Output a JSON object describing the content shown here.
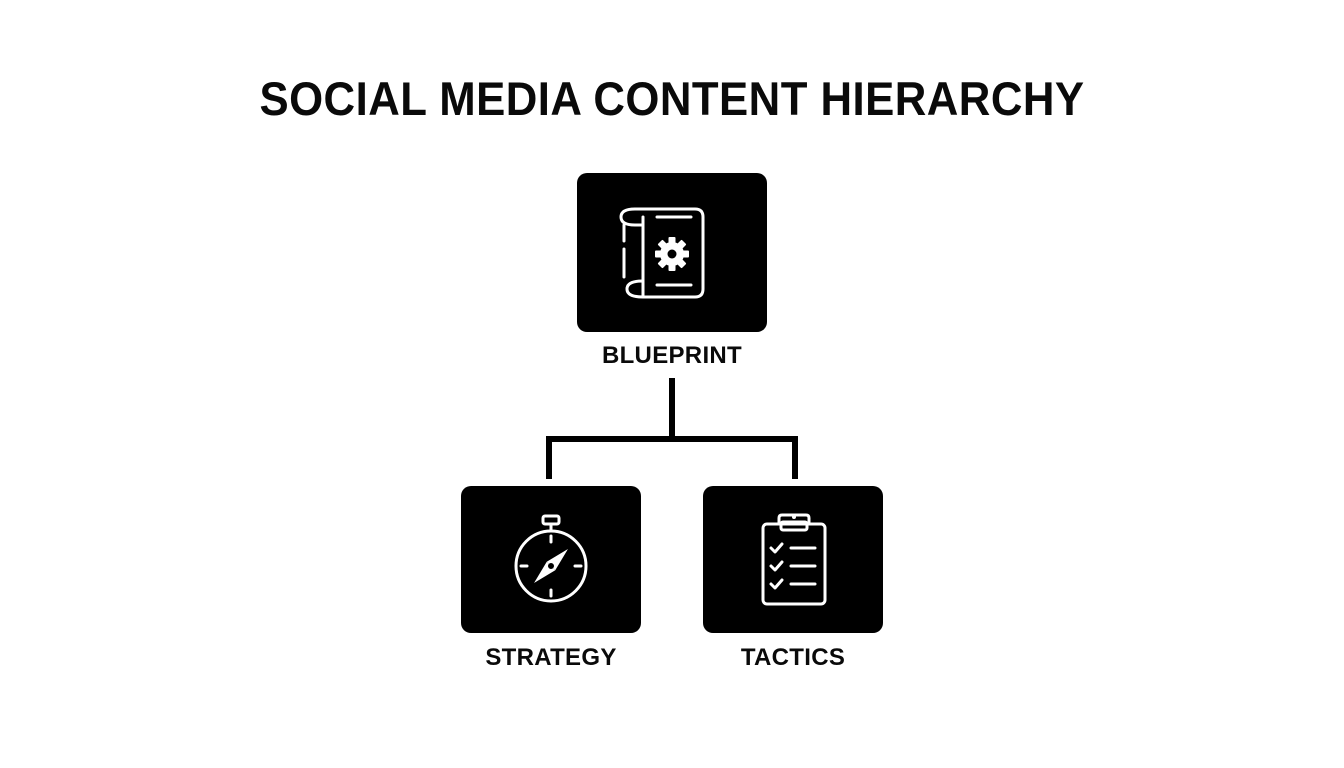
{
  "title": "SOCIAL MEDIA CONTENT HIERARCHY",
  "colors": {
    "box": "#000000",
    "icon": "#ffffff",
    "text": "#0a0a0a",
    "background": "#ffffff"
  },
  "nodes": [
    {
      "id": "blueprint",
      "label": "BLUEPRINT",
      "icon": "blueprint-scroll-gear-icon"
    },
    {
      "id": "strategy",
      "label": "STRATEGY",
      "icon": "compass-icon"
    },
    {
      "id": "tactics",
      "label": "TACTICS",
      "icon": "clipboard-checklist-icon"
    }
  ],
  "edges": [
    {
      "from": "blueprint",
      "to": "strategy"
    },
    {
      "from": "blueprint",
      "to": "tactics"
    }
  ]
}
